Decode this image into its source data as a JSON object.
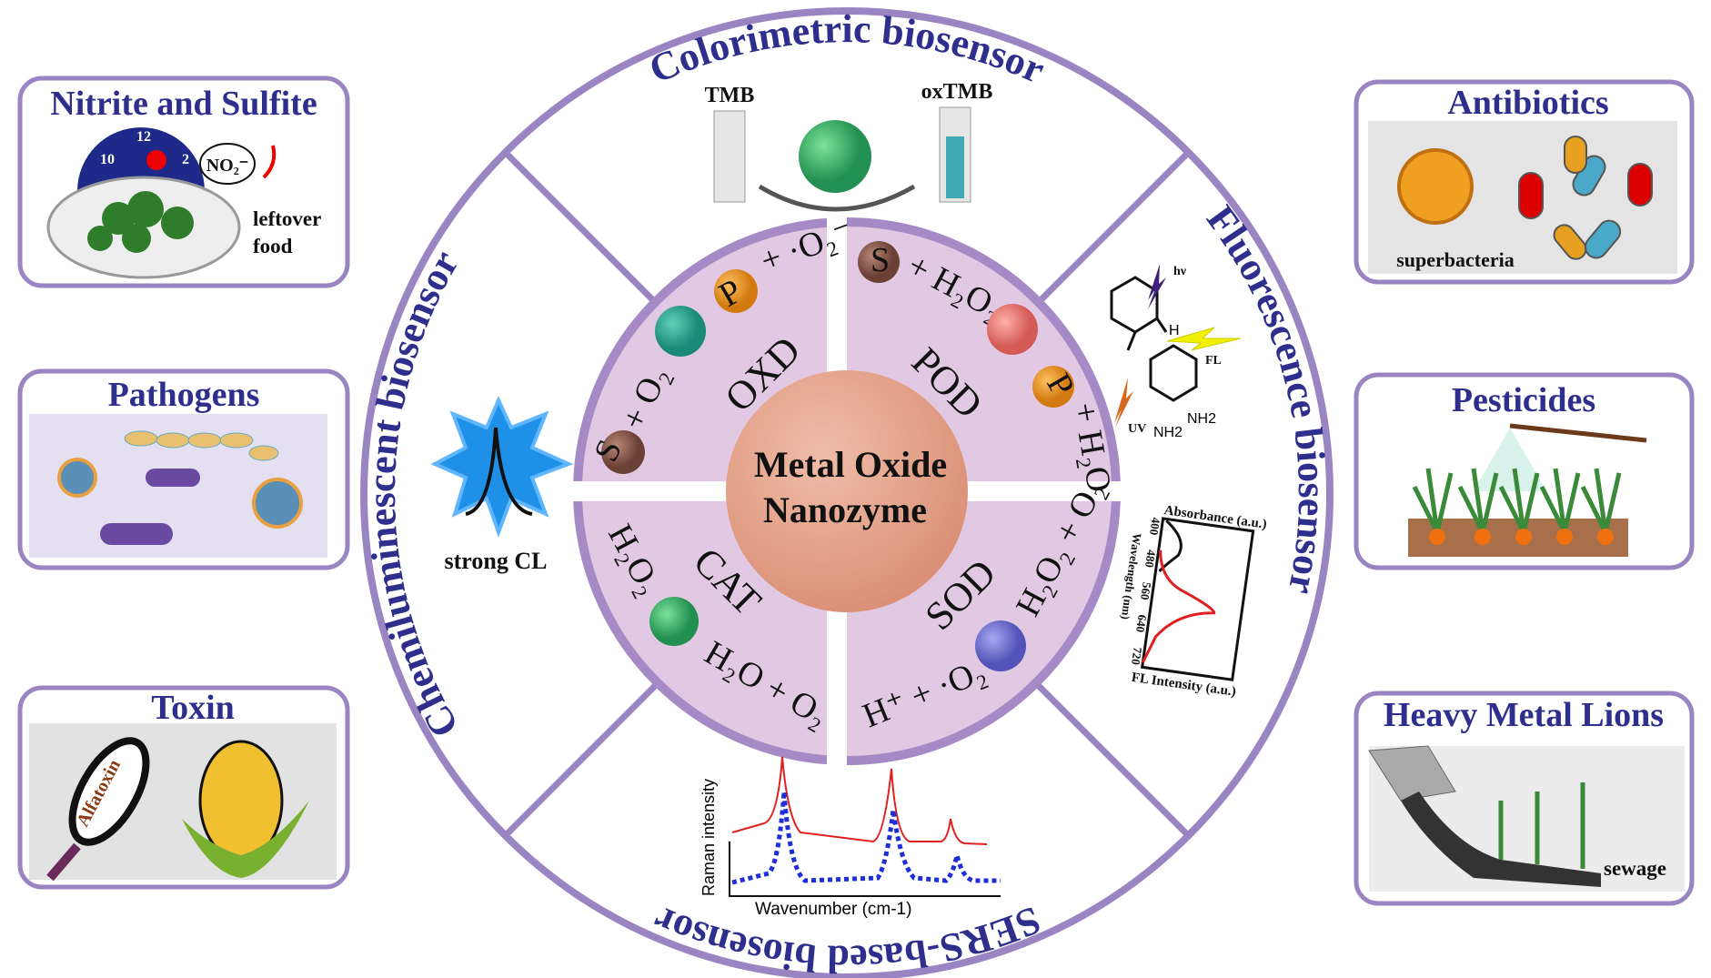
{
  "center": {
    "line1": "Metal Oxide",
    "line2": "Nanozyme"
  },
  "ring_sections": {
    "colorimetric": {
      "title": "Colorimetric  biosensor",
      "left_label": "TMB",
      "right_label": "oxTMB"
    },
    "fluorescence": {
      "title": "Fluorescence  biosensor",
      "hv": "hν",
      "fl": "FL",
      "uv": "UV",
      "nh2_a": "NH2",
      "nh2_b": "NH2",
      "nh": "H",
      "plot": {
        "top_label": "Absorbance (a.u.)",
        "bottom_label": "FL Intensity (a.u.)",
        "axis_label": "Wavelength (nm)",
        "ticks": [
          "400",
          "480",
          "560",
          "640",
          "720"
        ]
      }
    },
    "sers": {
      "title": "SERS-based biosensor",
      "ylabel": "Raman intensity",
      "xlabel": "Wavenumber (cm-1)"
    },
    "chemiluminescent": {
      "title": "Chemiluminescent  biosensor",
      "label": "strong CL"
    }
  },
  "quadrants": [
    {
      "enzyme": "OXD",
      "substrate": "S",
      "reactant": "+ O₂",
      "product": "P",
      "byproduct": "+ ·O₂⁻"
    },
    {
      "enzyme": "POD",
      "substrate": "S",
      "reactant": "+ H₂O₂",
      "product": "P",
      "byproduct": "+ H₂O"
    },
    {
      "enzyme": "CAT",
      "reactant": "H₂O₂",
      "product": "H₂O + O₂"
    },
    {
      "enzyme": "SOD",
      "reactant": "H⁺ + ·O₂⁻",
      "product": "H₂O₂ + O₂"
    }
  ],
  "left_boxes": [
    {
      "title": "Nitrite and Sulfite",
      "labels": {
        "clock_12": "12",
        "clock_10": "10",
        "clock_2": "2",
        "no2": "NO₂⁻",
        "food1": "leftover",
        "food2": "food"
      }
    },
    {
      "title": "Pathogens"
    },
    {
      "title": "Toxin",
      "labels": {
        "magnifier": "Alfatoxin"
      }
    }
  ],
  "right_boxes": [
    {
      "title": "Antibiotics",
      "labels": {
        "bug": "superbacteria"
      }
    },
    {
      "title": "Pesticides"
    },
    {
      "title": "Heavy Metal Lions",
      "labels": {
        "water": "sewage"
      }
    }
  ],
  "colors": {
    "ring": "#9a85c2",
    "quadrant_fill": "#e2c9e3",
    "title": "#2e2f8c",
    "core": "#e3a48d"
  }
}
